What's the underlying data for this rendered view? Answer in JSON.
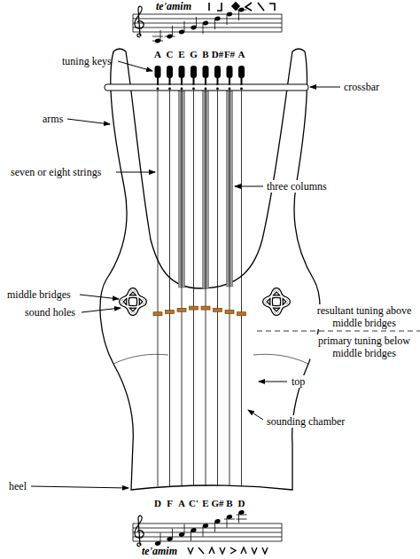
{
  "diagram": {
    "labels": [
      "te'amim",
      "A",
      "C",
      "E",
      "G",
      "B",
      "D#",
      "F#",
      "A",
      "tuning keys",
      "crossbar",
      "arms",
      "seven or eight strings",
      "three columns",
      "resultant tuning above middle bridges",
      "primary tuning below middle bridges",
      "middle bridges",
      "sound holes",
      "top",
      "sounding chamber",
      "heel",
      "D",
      "F",
      "A",
      "C'",
      "E",
      "G#",
      "B",
      "D",
      "te'amim"
    ]
  }
}
